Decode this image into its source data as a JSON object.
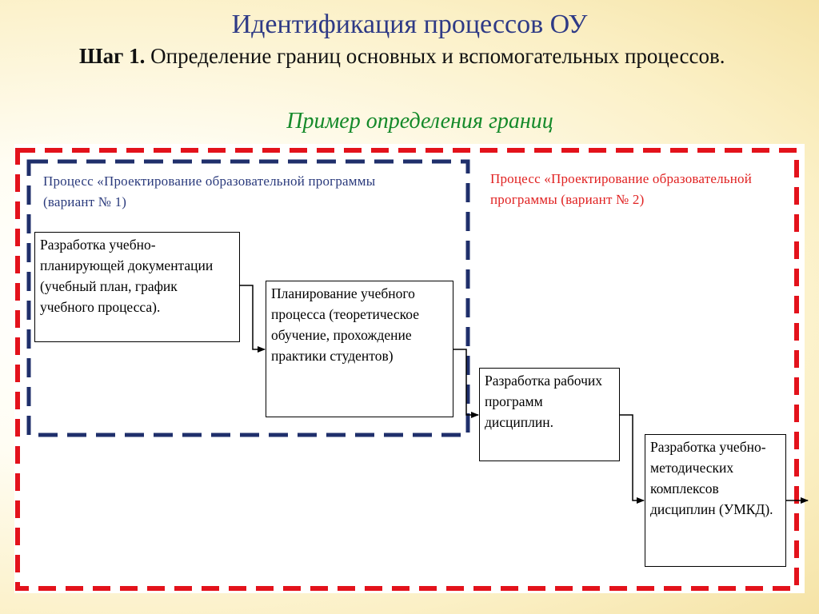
{
  "slide": {
    "title": "Идентификация процессов ОУ",
    "step_lead": "Шаг 1.",
    "step_text": "Определение границ основных и вспомогательных процессов.",
    "example_caption": "Пример определения границ"
  },
  "diagram": {
    "process_variant_1": "Процесс «Проектирование образовательной программы (вариант № 1)",
    "process_variant_2": "Процесс «Проектирование образовательной программы (вариант № 2)",
    "steps": [
      "Разработка учебно-планирующей документации (учебный план, график учебного процесса).",
      "Планирование учебного процесса (теоретическое обучение, прохождение практики студентов)",
      "Разработка рабочих программ дисциплин.",
      "Разработка учебно-методических комплексов дисциплин (УМКД)."
    ],
    "colors": {
      "variant_1_frame": "#1f2f6b",
      "variant_2_frame": "#e3121b",
      "title": "#2e3a86",
      "example_caption": "#158a2a"
    }
  }
}
